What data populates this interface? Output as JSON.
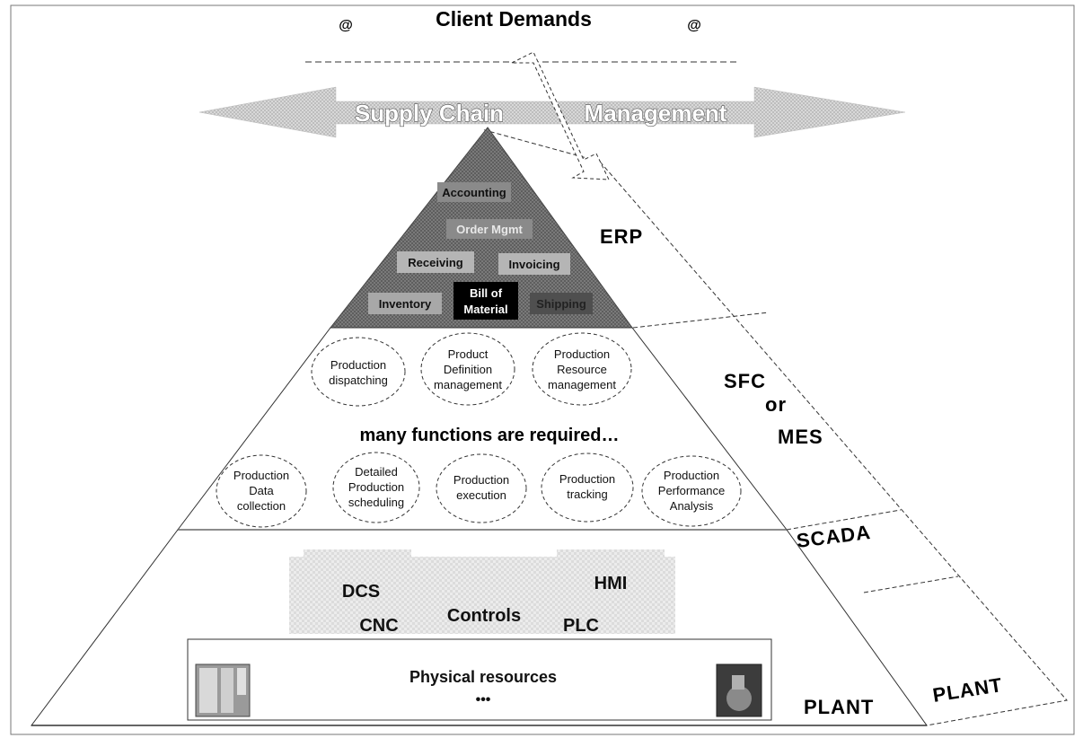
{
  "header": {
    "client_demands": "Client Demands",
    "at_left": "@",
    "at_right": "@"
  },
  "banner": {
    "left": "Supply Chain",
    "right": "Management"
  },
  "erp": {
    "items": {
      "accounting": "Accounting",
      "order_mgmt": "Order Mgmt",
      "receiving": "Receiving",
      "invoicing": "Invoicing",
      "inventory": "Inventory",
      "bom_line1": "Bill of",
      "bom_line2": "Material",
      "shipping": "Shipping"
    }
  },
  "mes": {
    "top_functions": [
      [
        "Production",
        "dispatching"
      ],
      [
        "Product",
        "Definition",
        "management"
      ],
      [
        "Production",
        "Resource",
        "management"
      ]
    ],
    "caption": "many functions are required…",
    "bottom_functions": [
      [
        "Production",
        "Data",
        "collection"
      ],
      [
        "Detailed",
        "Production",
        "scheduling"
      ],
      [
        "Production",
        "execution"
      ],
      [
        "Production",
        "tracking"
      ],
      [
        "Production",
        "Performance",
        "Analysis"
      ]
    ]
  },
  "controls": {
    "dcs": "DCS",
    "hmi": "HMI",
    "controls": "Controls",
    "cnc": "CNC",
    "plc": "PLC"
  },
  "plant": {
    "physical": "Physical resources",
    "dots": "•••"
  },
  "layers": {
    "erp": "ERP",
    "sfc": "SFC",
    "or": "or",
    "mes": "MES",
    "scada": "SCADA",
    "plant_inner": "PLANT",
    "plant_outer": "PLANT"
  }
}
